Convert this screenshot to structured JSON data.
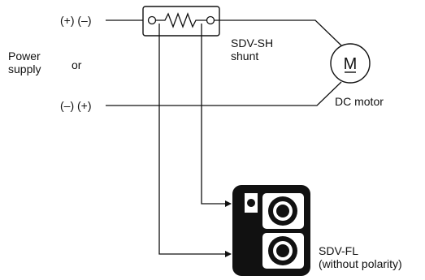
{
  "power_supply": {
    "top_polarity": "(+) (–)",
    "bottom_polarity": "(–) (+)",
    "label_line1": "Power",
    "label_line2": "supply",
    "or_text": "or"
  },
  "shunt": {
    "label_line1": "SDV-SH",
    "label_line2": "shunt"
  },
  "motor": {
    "symbol": "M",
    "label": "DC motor"
  },
  "meter": {
    "label_line1": "SDV-FL",
    "label_line2": "(without polarity)"
  },
  "colors": {
    "line": "#111111",
    "device_body": "#111111",
    "background": "#ffffff"
  }
}
